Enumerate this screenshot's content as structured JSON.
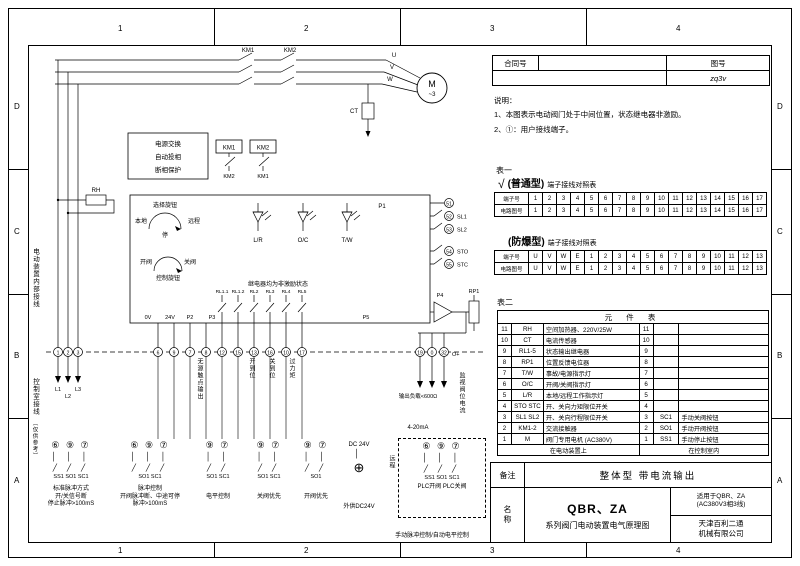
{
  "sheet": {
    "top_ticks": [
      "1",
      "2",
      "3",
      "4"
    ],
    "bottom_ticks": [
      "1",
      "2",
      "3",
      "4"
    ],
    "left_ticks": [
      "D",
      "C",
      "B",
      "A"
    ],
    "right_ticks": [
      "D",
      "C",
      "B",
      "A"
    ]
  },
  "title_block": {
    "contract_label": "合同号",
    "drawing_label": "图号",
    "drawing_no": "zq3v",
    "remark_label": "备注",
    "remark_text": "整体型  带电流输出",
    "name_label": "名称",
    "model": "QBR、ZA",
    "series_text": "系列阀门电动装置电气原理图",
    "apply_line1": "适用于QBR、ZA",
    "apply_line2": "(AC380V3相3线)",
    "company_line1": "天津百利二通",
    "company_line2": "机械有限公司"
  },
  "notes": {
    "title": "说明：",
    "lines": [
      "1、本图表示电动阀门处于中间位置，状态继电器非激励。",
      "2、①：用户接线端子。"
    ]
  },
  "table1": {
    "label": "表一",
    "check": "√",
    "normal_type": "(普通型)",
    "normal_title": "端子接线对照表",
    "ex_type": "(防爆型)",
    "ex_title": "端子接线对照表",
    "row_label1": "端子号",
    "row_label2": "电路图号",
    "normal_terminals": [
      "1",
      "2",
      "3",
      "4",
      "5",
      "6",
      "7",
      "8",
      "9",
      "10",
      "11",
      "12",
      "13",
      "14",
      "15",
      "16",
      "17"
    ],
    "normal_circuit": [
      "1",
      "2",
      "3",
      "4",
      "5",
      "6",
      "7",
      "8",
      "9",
      "10",
      "11",
      "12",
      "13",
      "14",
      "15",
      "16",
      "17"
    ],
    "ex_terminals": [
      "U",
      "V",
      "W",
      "E",
      "1",
      "2",
      "3",
      "4",
      "5",
      "6",
      "7",
      "8",
      "9",
      "10",
      "11",
      "12",
      "13"
    ],
    "ex_circuit": [
      "U",
      "V",
      "W",
      "E",
      "1",
      "2",
      "3",
      "4",
      "5",
      "6",
      "7",
      "8",
      "9",
      "10",
      "11",
      "12",
      "13"
    ]
  },
  "table2": {
    "label": "表二",
    "title": "元 件 表",
    "rows": [
      {
        "no": "11",
        "code": "RH",
        "name": "空间加热器、220V/25W",
        "no2": "11",
        "code2": "",
        "name2": ""
      },
      {
        "no": "10",
        "code": "CT",
        "name": "电流传感器",
        "no2": "10",
        "code2": "",
        "name2": ""
      },
      {
        "no": "9",
        "code": "RL1-5",
        "name": "状态输出继电器",
        "no2": "9",
        "code2": "",
        "name2": ""
      },
      {
        "no": "8",
        "code": "RP1",
        "name": "位置反馈电位器",
        "no2": "8",
        "code2": "",
        "name2": ""
      },
      {
        "no": "7",
        "code": "T/W",
        "name": "事故/电源指示灯",
        "no2": "7",
        "code2": "",
        "name2": ""
      },
      {
        "no": "6",
        "code": "O/C",
        "name": "开阀/关阀指示灯",
        "no2": "6",
        "code2": "",
        "name2": ""
      },
      {
        "no": "5",
        "code": "L/R",
        "name": "本地/远程工作指示灯",
        "no2": "5",
        "code2": "",
        "name2": ""
      },
      {
        "no": "4",
        "code": "STO STC",
        "name": "开、关向力矩限位开关",
        "no2": "4",
        "code2": "",
        "name2": ""
      },
      {
        "no": "3",
        "code": "SL1 SL2",
        "name": "开、关向行程限位开关",
        "no2": "3",
        "code2": "SC1",
        "name2": "手动关阀按钮"
      },
      {
        "no": "2",
        "code": "KM1-2",
        "name": "交流接触器",
        "no2": "2",
        "code2": "SO1",
        "name2": "手动开阀按钮"
      },
      {
        "no": "1",
        "code": "M",
        "name": "阀门专用电机 (AC380V)",
        "no2": "1",
        "code2": "SS1",
        "name2": "手动停止按钮"
      }
    ],
    "footer_left": "在电动装置上",
    "footer_right": "在控制室内"
  },
  "schematic": {
    "km1_top": "KM1",
    "km2_top": "KM2",
    "phase_u": "U",
    "phase_v": "V",
    "phase_w": "W",
    "motor_label": "M",
    "motor_sub": "~3",
    "ct_label": "CT",
    "power_box_lines": [
      "电源交换",
      "自动投相",
      "断相保护"
    ],
    "km1_coil": "KM1",
    "km2_coil": "KM2",
    "km2_aux": "KM2",
    "km1_aux": "KM1",
    "rh_label": "RH",
    "selector_title": "选择旋钮",
    "sel_local": "本地",
    "sel_remote": "远程",
    "sel_stop": "停",
    "open_label": "开阀",
    "close_label": "关阀",
    "knob_label": "控制旋钮",
    "lamp_lr": "L/R",
    "lamp_oc": "O/C",
    "lamp_tw": "T/W",
    "relay_note": "继电器均为非激励状态",
    "relay_labels": [
      "RL1.1",
      "RL1.2",
      "RL2",
      "RL3",
      "RL4",
      "RL5"
    ],
    "p1": "P1",
    "p2": "P2",
    "p3": "P3",
    "p4": "P4",
    "p5": "P5",
    "v0": "0V",
    "v24": "24V",
    "t51": "51",
    "t52": "52",
    "t53": "53",
    "t54": "54",
    "t55": "55",
    "sl1": "SL1",
    "sl2": "SL2",
    "sto": "STO",
    "stc": "STC",
    "rp1": "RP1",
    "term_left": [
      "1",
      "2",
      "3"
    ],
    "phase_labels": [
      "L1",
      "L2",
      "L3"
    ],
    "term_mid": [
      "6",
      "9",
      "7",
      "8",
      "12",
      "15",
      "13",
      "16",
      "10",
      "17"
    ],
    "term_right": [
      "19",
      "0",
      "32"
    ],
    "out_plus": "O+",
    "load_label": "输出负载<600Ω",
    "ma_label": "4-20mA",
    "monitor_label": "监视阀位电流",
    "passive_label": "无源触点输出",
    "pos_open": "开到位",
    "pos_close": "关到位",
    "over_torque": "过力矩",
    "device_wiring": "电动装置内部接线",
    "room_wiring": "控制室接线",
    "ref_only": "（仅供参考）",
    "remote_vertical": "远程",
    "dc_title": "DC 24V",
    "dc_symbol": "⊕",
    "dc_sub": "外供DC24V",
    "manual_auto": "手动脉冲控制/自动电平控制",
    "groups": {
      "g1": {
        "terms": "⑥ ⑨ ⑦",
        "wires": "│ │ │",
        "sw": "╱ ╱ ╱",
        "labels": "SS1  SO1 SC1",
        "captions": [
          "标准脉冲方式",
          "开/关信号断",
          "停止脉冲>100mS"
        ]
      },
      "g2": {
        "terms": "⑥ ⑨ ⑦",
        "wires": "│ │ │",
        "sw": "╱ ╱ ╱",
        "labels": "SO1  SC1",
        "captions": [
          "脉冲控制",
          "开阀脉冲断、中途可停",
          "脉冲>100mS"
        ]
      },
      "g3": {
        "terms": "⑨ ⑦",
        "wires": "│ │",
        "sw": "╱ ╱",
        "labels": "SO1 SC1",
        "captions": [
          "电平控制"
        ]
      },
      "g4": {
        "terms": "⑨ ⑦",
        "wires": "│ │",
        "sw": "╱ ╱",
        "labels": "SO1 SC1",
        "captions": [
          "关阀优先"
        ]
      },
      "g5": {
        "terms": "⑨ ⑦",
        "wires": "│ │",
        "sw": "╱ ╱",
        "labels": "SO1",
        "captions": [
          "开阀优先"
        ]
      },
      "plc": {
        "terms": "⑥ ⑨ ⑦",
        "wires": "│ │ │",
        "sw": "╱ ╱ ╱",
        "labels": "SS1 SO1 SC1",
        "captions": [
          "PLC开阀  PLC关阀"
        ]
      }
    }
  }
}
